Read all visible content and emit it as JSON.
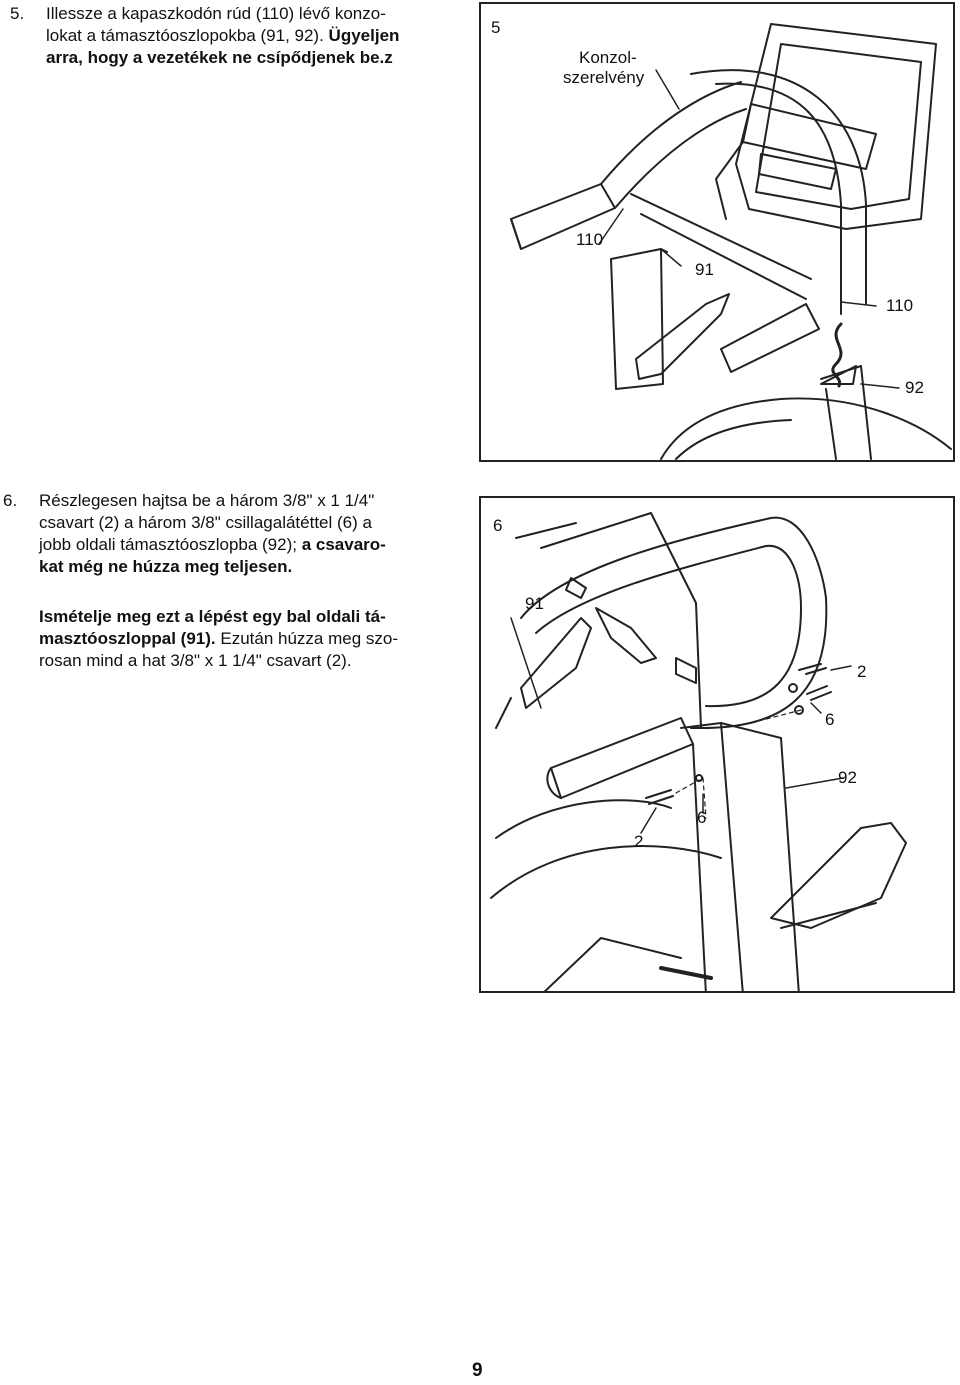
{
  "step5": {
    "number": "5.",
    "lines": [
      {
        "text": "Illessze a kapaszkodón rúd (110) lévő konzo-",
        "bold": false
      },
      {
        "text": "lokat a támasztóoszlopokba (91, 92).",
        "bold": false,
        "tail": " Ügyeljen",
        "tail_bold": true
      },
      {
        "text": "arra, hogy a vezetékek ne csípődjenek be.z",
        "bold": true
      }
    ],
    "figure": {
      "number": "5",
      "labels": {
        "console_line1": "Konzol-",
        "console_line2": "szerelvény",
        "part_110_left": "110",
        "part_91": "91",
        "part_110_right": "110",
        "part_92": "92"
      }
    }
  },
  "step6": {
    "number": "6.",
    "para1_lines": [
      {
        "text": "Részlegesen hajtsa be a három 3/8\" x 1 1/4\"",
        "bold": false
      },
      {
        "text": "csavart (2) a három 3/8\" csillagalátéttel (6) a",
        "bold": false
      },
      {
        "text": "jobb oldali támasztóoszlopba (92);",
        "bold": false,
        "tail": " a csavaro-",
        "tail_bold": true
      },
      {
        "text": "kat még ne húzza meg teljesen.",
        "bold": true
      }
    ],
    "para2_lines": [
      {
        "text": "Ismételje meg ezt a lépést egy bal oldali tá-",
        "bold": true
      },
      {
        "text": "masztóoszloppal (91).",
        "bold": true,
        "tail": " Ezután húzza meg szo-",
        "tail_bold": false
      },
      {
        "text": "rosan mind a hat 3/8\" x 1 1/4\" csavart (2).",
        "bold": false
      }
    ],
    "figure": {
      "number": "6",
      "labels": {
        "part_91": "91",
        "part_2_top": "2",
        "part_6_top": "6",
        "part_92": "92",
        "part_6_bottom": "6",
        "part_2_bottom": "2"
      }
    }
  },
  "page_number": "9"
}
